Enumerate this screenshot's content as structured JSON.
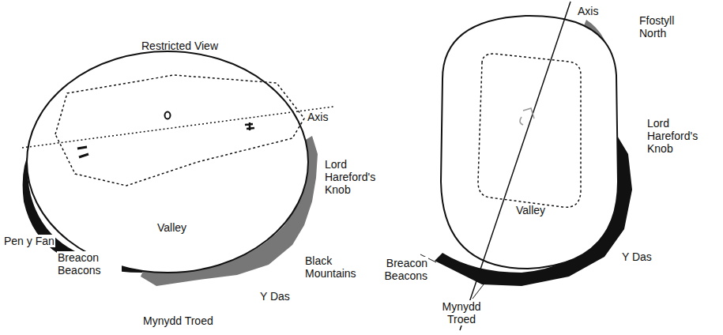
{
  "diagram": {
    "labels": [
      "Restricted View",
      "Axis",
      "Lord Hareford's Knob",
      "Pen y Fan",
      "Valley",
      "Black Mountains",
      "Breacon Beacons",
      "Y Das",
      "Mynydd Troed",
      "Axis",
      "Ffostyll North",
      "Lord Hareford's Knob",
      "Valley",
      "Breacon Beacons",
      "Y Das",
      "Mynydd Troed"
    ]
  }
}
